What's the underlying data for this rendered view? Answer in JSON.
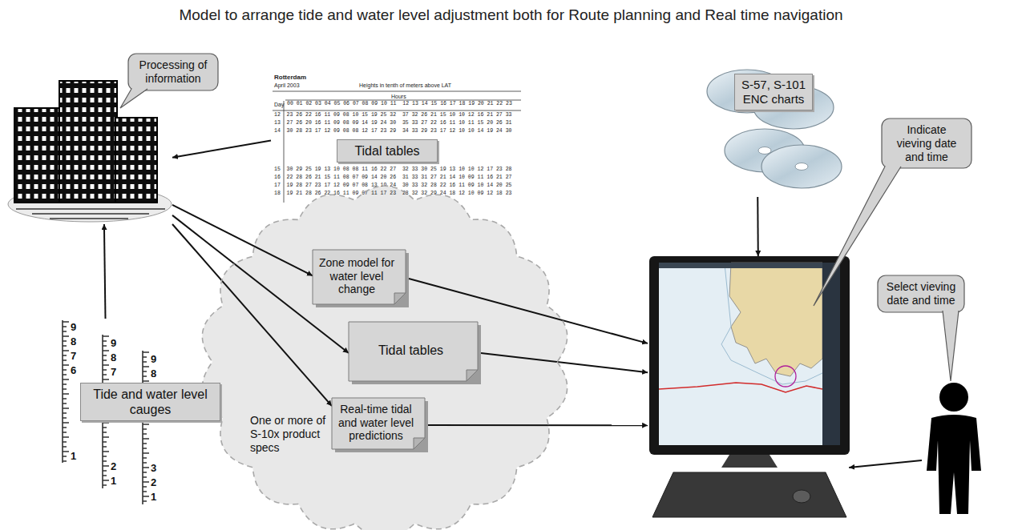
{
  "diagram": {
    "title": "Model to arrange tide and water level adjustment both for Route planning and Real time navigation",
    "nodes": [
      {
        "text": [
          "Processing of information"
        ]
      },
      {
        "text": [
          "Rotterdam",
          "April 2003",
          "Heights in tenth of meters above LAT",
          "Hours",
          "Day",
          "00 01 02 03 04 05 06 07 08 09 10 11  12 13 14 15 16 17 18 19 20 21 22 23",
          "12  23 26 22 16 11 09 08 10 15 19 25 32  37 32 26 21 15 10 10 12 16 21 27 33",
          "13  27 26 20 16 11 09 08 09 14 19 24 30  35 33 27 22 16 11 10 11 15 20 26 31",
          "14  30 28 23 17 12 09 08 08 12 17 23 29  34 33 29 23 17 12 10 10 14 19 24 30",
          "Tidal tables",
          "15  30 29 25 19 13 10 08 08 11 16 22 27  32 33 30 25 19 13 10 10 12 17 23 28",
          "16  22 28 26 21 15 11 08 07 09 14 20 26  31 33 31 27 21 14 10 09 11 16 21 27",
          "17  19 28 27 23 17 12 09 07 08 13 19 24  30 33 32 28 22 16 11 09 10 14 20 25",
          "18  19 21 28 26 22 16 11 09 07 11 17 23  28 32 32 29 24 18 12 10 09 12 18 23"
        ]
      },
      {
        "text": [
          "S-57, S-101 ENC charts"
        ]
      },
      {
        "text": [
          "Indicate vieving date and time"
        ]
      },
      {
        "text": [
          "Select vieving date and time"
        ]
      },
      {
        "text": [
          "One or more of S-10x product specs"
        ]
      },
      {
        "text": [
          "Zone model for water level change"
        ],
        "in": 5
      },
      {
        "text": [
          "Tidal tables"
        ],
        "in": 5
      },
      {
        "text": [
          "Real-time tidal and water level predictions"
        ],
        "in": 5
      },
      {
        "text": [
          "Tide and water level cauges"
        ]
      }
    ],
    "edges": [
      {
        "from": 1,
        "to": 0,
        "arrow": "to"
      },
      {
        "from": 9,
        "to": 0,
        "arrow": "to"
      },
      {
        "from": 0,
        "to": 6,
        "arrow": "to"
      },
      {
        "from": 0,
        "to": 7,
        "arrow": "to"
      },
      {
        "from": 0,
        "to": 8,
        "arrow": "to"
      },
      {
        "from": 6,
        "to": 3,
        "arrow": "to"
      },
      {
        "from": 7,
        "to": 3,
        "arrow": "to"
      },
      {
        "from": 8,
        "to": 3,
        "arrow": "to"
      },
      {
        "from": 2,
        "to": 3,
        "arrow": "to"
      },
      {
        "from": 4,
        "to": 3,
        "arrow": "to"
      }
    ],
    "labels": [
      "9",
      "8",
      "7",
      "6",
      "1",
      "9",
      "8",
      "7",
      "2",
      "1",
      "9",
      "8",
      "3",
      "2",
      "1"
    ]
  }
}
